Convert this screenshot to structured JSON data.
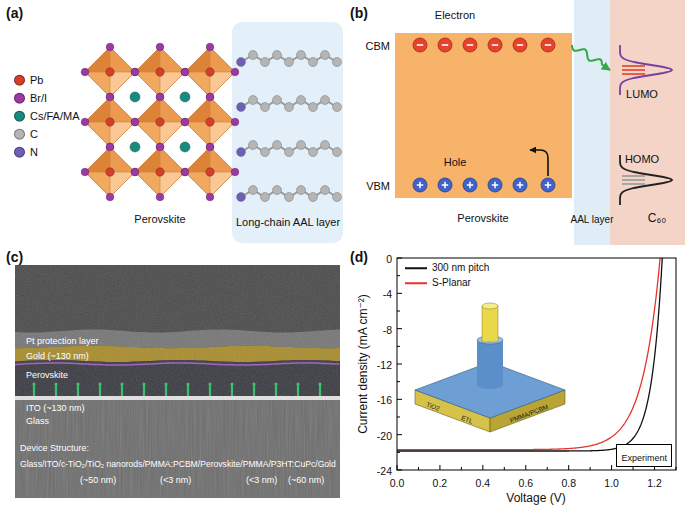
{
  "diagram": {
    "nodes": [
      {
        "text": [
          "Long-chain AAL layer"
        ]
      },
      {
        "text": [
          "Electron",
          "Hole",
          "Perovskite"
        ]
      },
      {
        "text": [
          "AAL layer"
        ]
      },
      {
        "text": [
          "LUMO",
          "HOMO",
          "C₆₀"
        ]
      },
      {
        "text": [
          "Experiment"
        ]
      }
    ],
    "edges": [
      {
        "from": 1,
        "to": 3,
        "arrow": "to"
      }
    ],
    "labels": [
      "(a)",
      "Perovskite",
      "(b)",
      "CBM",
      "VBM",
      "(c)",
      "Pt protection layer",
      "Gold (~130 nm)",
      "Perovskite",
      "ITO (~130 nm)",
      "Glass",
      "Device Structure:",
      "Glass/ITO/c-TiO₂/TiO₂ nanorods/PMMA:PCBM/Perovskite/PMMA/P3HT:CuPc/Gold",
      "(~50 nm)",
      "(<3 nm)",
      "(<3 nm)",
      "(~60 nm)",
      "(d)",
      "Current density (mA cm⁻²)",
      "Voltage (V)",
      "0.0",
      "0.2",
      "0.4",
      "0.6",
      "0.8",
      "1.0",
      "1.2",
      "0",
      "-4",
      "-8",
      "-12",
      "-16",
      "-20",
      "-24",
      "TiO2",
      "ETL",
      "PMMA/PCBM"
    ],
    "legend": [
      {
        "text": "Pb",
        "color": "#d0402a"
      },
      {
        "text": "Br/I",
        "color": "#9b3aa5"
      },
      {
        "text": "Cs/FA/MA",
        "color": "#1a8a7e"
      },
      {
        "text": "C",
        "color": "#b5b5b5"
      },
      {
        "text": "N",
        "color": "#6c5fb5"
      },
      {
        "text": "300 nm pitch"
      },
      {
        "text": "S-Planar"
      }
    ]
  }
}
